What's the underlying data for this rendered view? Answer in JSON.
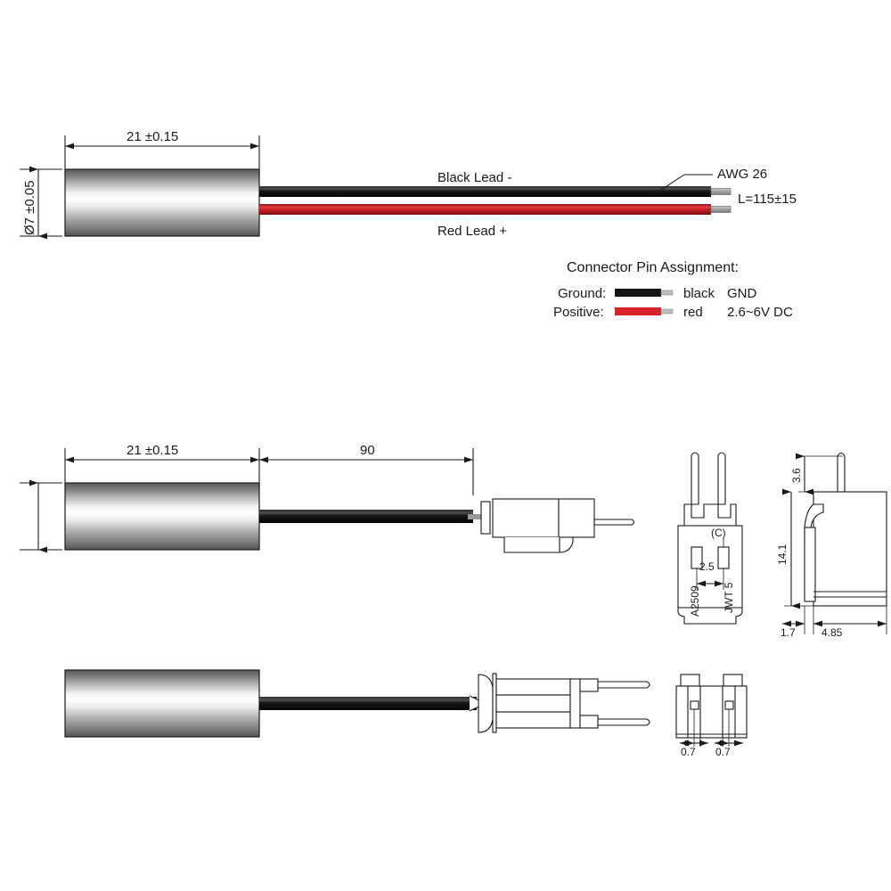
{
  "document": {
    "type": "mechanical-drawing",
    "subject": "Vibration motor with leads and JST-style connector"
  },
  "views": {
    "top": {
      "name": "lead-version-view",
      "dim_length": "21 ±0.15",
      "dim_diameter": "Ø7 ±0.05",
      "label_black_lead": "Black Lead -",
      "label_red_lead": "Red Lead +",
      "label_wire_gauge": "AWG 26",
      "label_lead_length": "L=115±15"
    },
    "middle": {
      "name": "connector-version-side-view",
      "dim_length": "21 ±0.15",
      "dim_cable": "90"
    },
    "bottom": {
      "name": "connector-version-plan-view"
    },
    "connector_front": {
      "name": "connector-front-view",
      "dim_pitch": "2.5",
      "mark_c": "(C)",
      "text_left": "A2509",
      "text_right": "JWT 5"
    },
    "connector_side": {
      "name": "connector-side-view",
      "dim_pin_height": "3.6",
      "dim_body_height": "14.1",
      "dim_lip": "1.7",
      "dim_body_width": "4.85"
    },
    "connector_bottom": {
      "name": "connector-bottom-view",
      "dim_pin_width_1": "0.7",
      "dim_pin_width_2": "0.7"
    }
  },
  "legend": {
    "title": "Connector Pin Assignment:",
    "rows": [
      {
        "role": "Ground:",
        "color_name": "black",
        "value": "GND",
        "swatch": "#151515"
      },
      {
        "role": "Positive:",
        "color_name": "red",
        "value": "2.6~6V DC",
        "swatch": "#d8232a"
      }
    ]
  },
  "colors": {
    "line": "#1a1a1a",
    "black_wire": "#151515",
    "red_wire": "#d8232a",
    "metal_light": "#ffffff",
    "metal_mid": "#b8b8b8",
    "metal_dark": "#4a4a4a",
    "strip": "#9a9a9a"
  }
}
